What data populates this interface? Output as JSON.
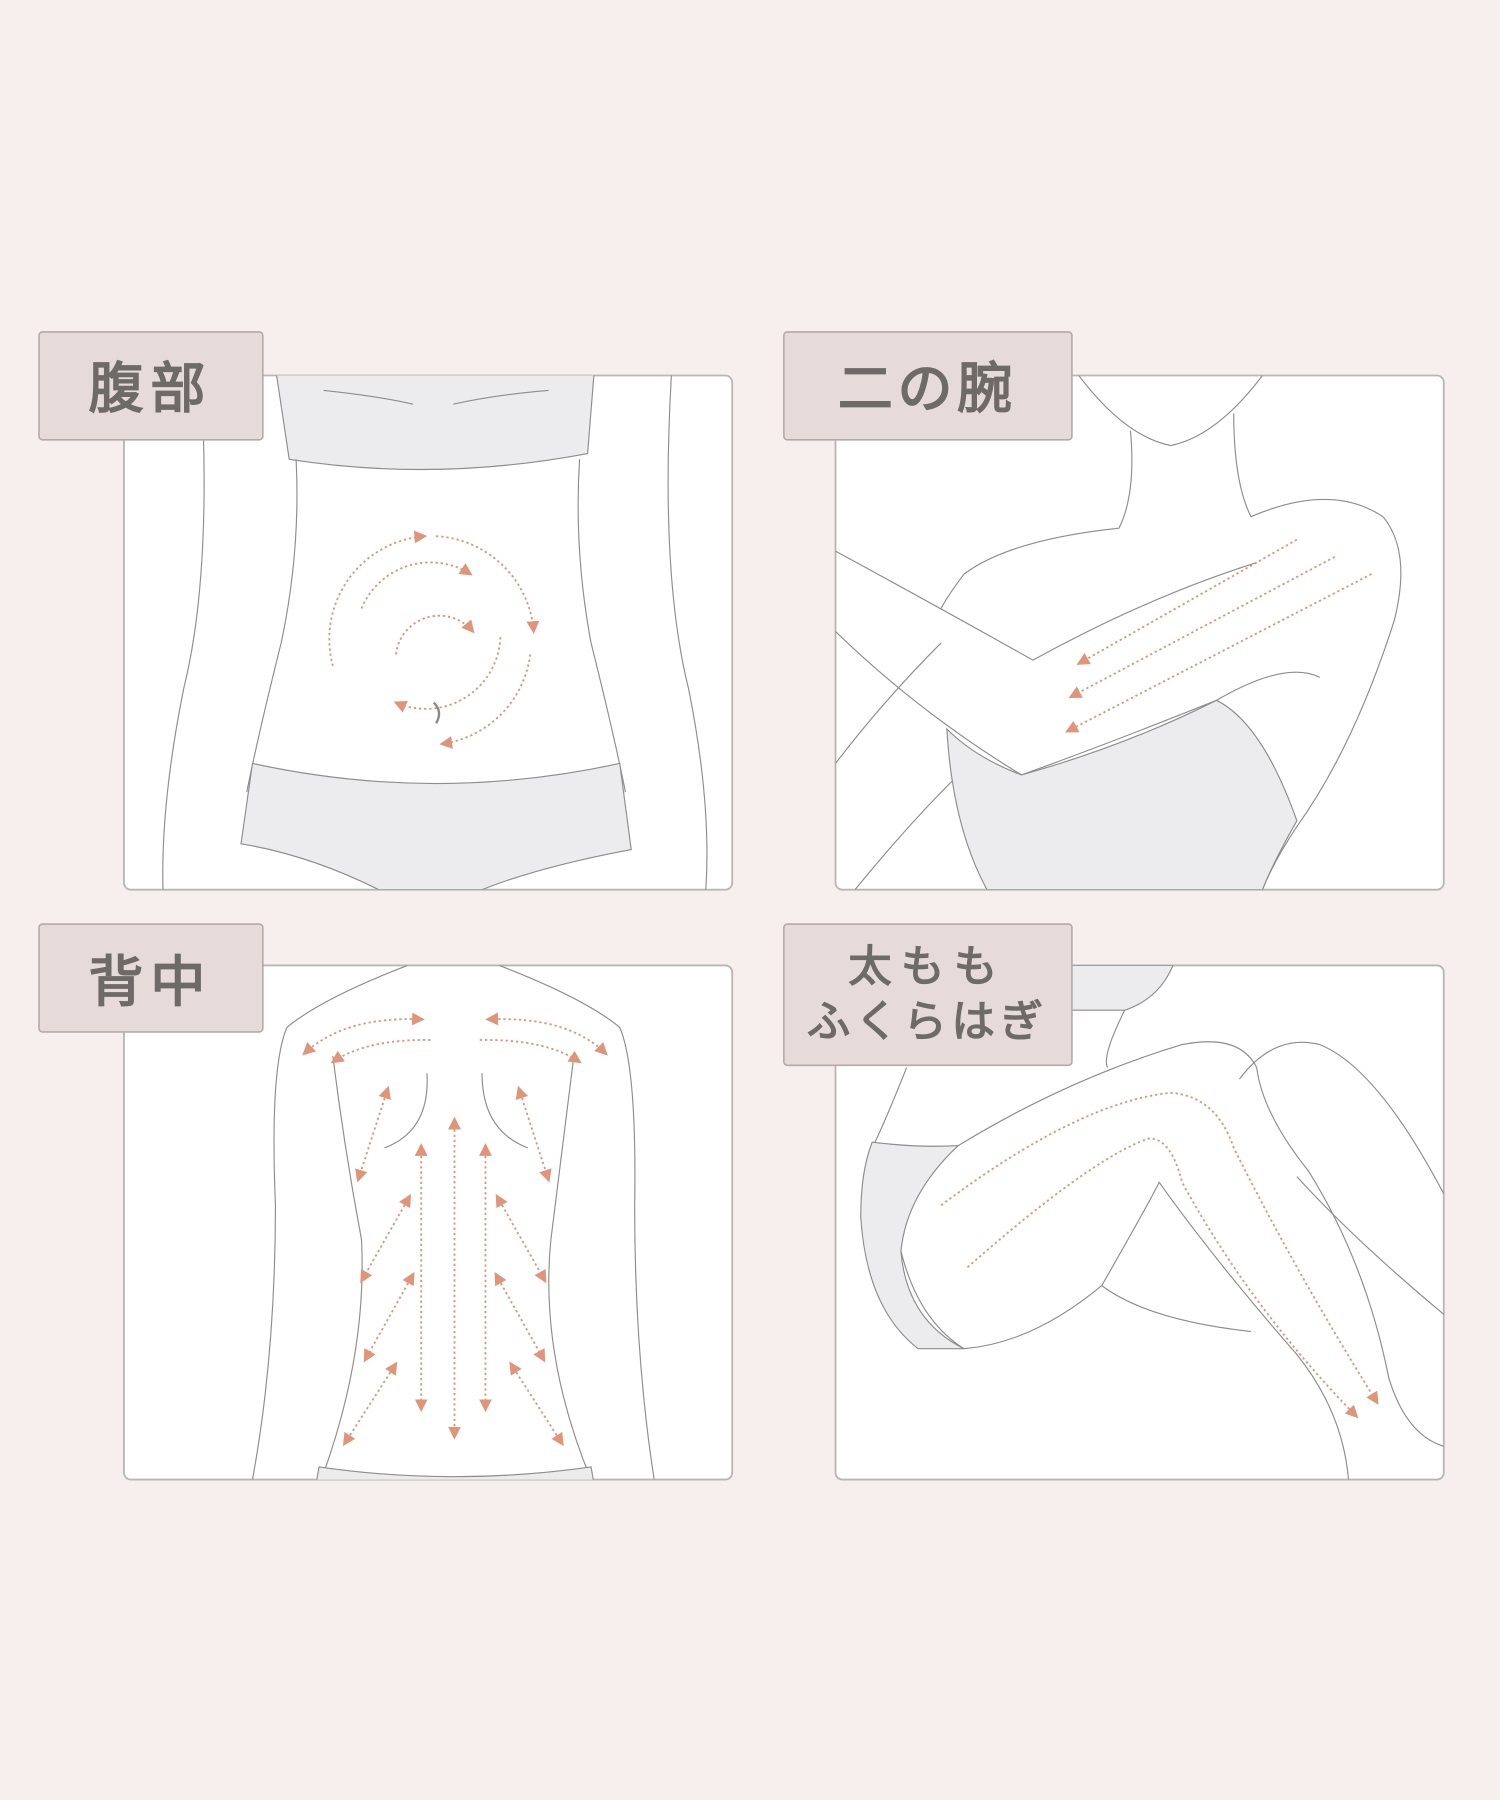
{
  "panels": [
    {
      "label": "腹部"
    },
    {
      "label": "二の腕"
    },
    {
      "label": "背中"
    },
    {
      "label_lines": [
        "太もも",
        "ふくらはぎ"
      ]
    }
  ],
  "colors": {
    "background": "#f7efee",
    "label_box": "#e6dbd8",
    "label_text": "#6e6a68",
    "arrow": "#e0957a",
    "clothing": "#ececee"
  }
}
